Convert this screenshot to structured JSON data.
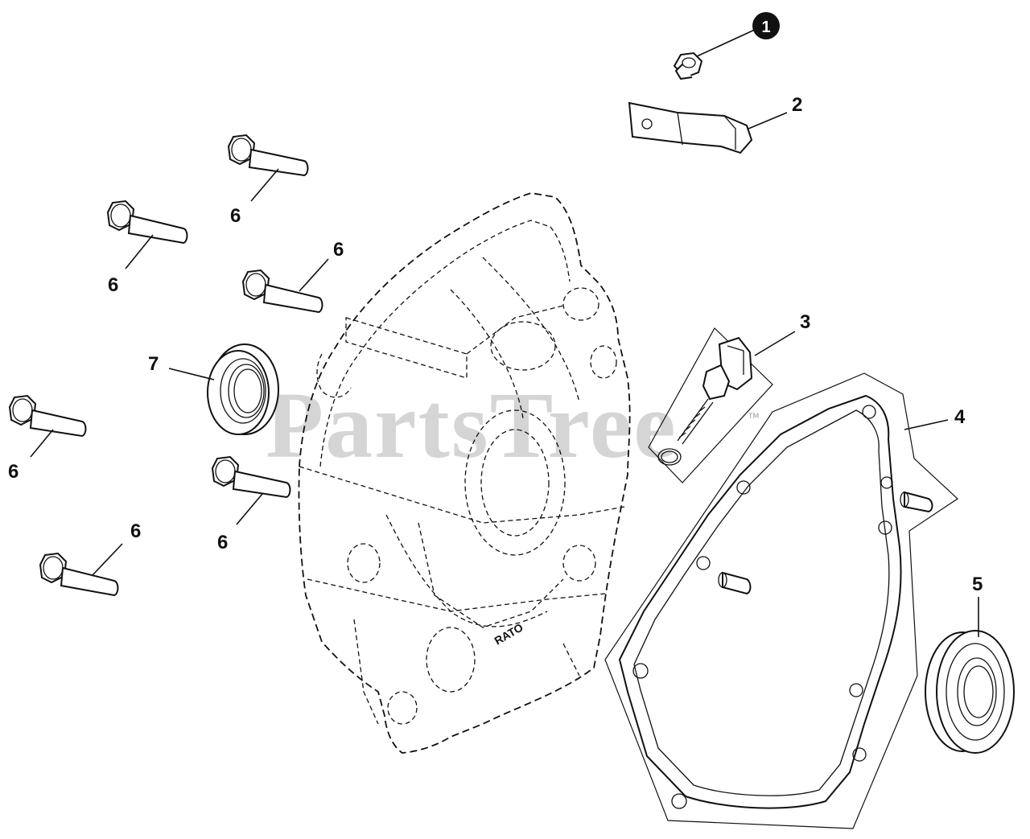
{
  "watermark": "PartsTree",
  "trademark": "TM",
  "casting_mark": "RATO",
  "callouts": {
    "c1": "1",
    "c2": "2",
    "c3": "3",
    "c4": "4",
    "c5": "5",
    "c6a": "6",
    "c6b": "6",
    "c6c": "6",
    "c6d": "6",
    "c6e": "6",
    "c6f": "6",
    "c7": "7"
  }
}
